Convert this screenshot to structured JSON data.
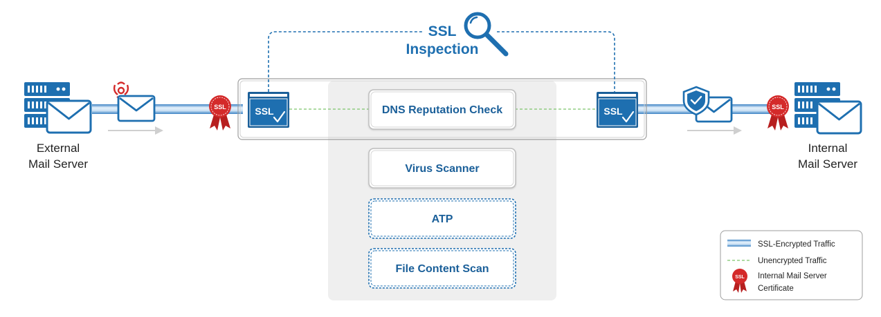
{
  "title": {
    "line1": "SSL",
    "line2": "Inspection"
  },
  "servers": {
    "external": [
      "External",
      "Mail Server"
    ],
    "internal": [
      "Internal",
      "Mail Server"
    ]
  },
  "ssl_badge_text": "SSL",
  "ribbon_text": "SSL",
  "modules": [
    "DNS Reputation Check",
    "Virus Scanner",
    "ATP",
    "File Content Scan"
  ],
  "legend": {
    "encrypted": "SSL-Encrypted Traffic",
    "unencrypted": "Unencrypted Traffic",
    "certificate_line1": "Internal Mail Server",
    "certificate_line2": "Certificate"
  },
  "colors": {
    "brand_blue": "#1e6fb0",
    "dark_blue": "#1a5f99",
    "pipe_light": "#cfe3f5",
    "dashed_green": "#7cc36b",
    "threat_red": "#d42a2a",
    "panel_gray": "#efefef",
    "box_border": "#bdbdbd"
  }
}
